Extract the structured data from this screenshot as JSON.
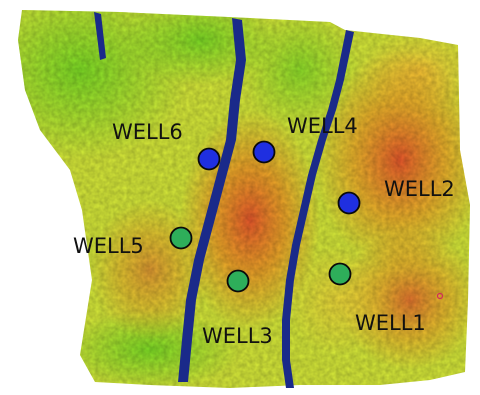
{
  "map": {
    "colors": {
      "low": "#7be025",
      "mid": "#d9ec3a",
      "high": "#ff7a1e",
      "peak": "#f0402a",
      "fault": "#1a2a8a",
      "well_injector": "#1f2fe0",
      "well_producer": "#2eae5a",
      "well_outline": "#0a0a0a"
    },
    "wells": [
      {
        "label": "WELL6",
        "type": "injector"
      },
      {
        "label": "WELL4",
        "type": "injector"
      },
      {
        "label": "WELL2",
        "type": "injector"
      },
      {
        "label": "WELL5",
        "type": "producer"
      },
      {
        "label": "WELL3",
        "type": "producer"
      },
      {
        "label": "WELL1",
        "type": "producer"
      }
    ]
  }
}
